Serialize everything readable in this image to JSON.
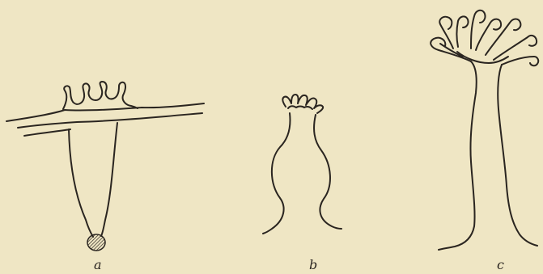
{
  "figure": {
    "panels": [
      {
        "label": "a"
      },
      {
        "label": "b"
      },
      {
        "label": "c"
      }
    ],
    "colors": {
      "paper": "#efe6c4",
      "ink": "#2a2520"
    }
  }
}
